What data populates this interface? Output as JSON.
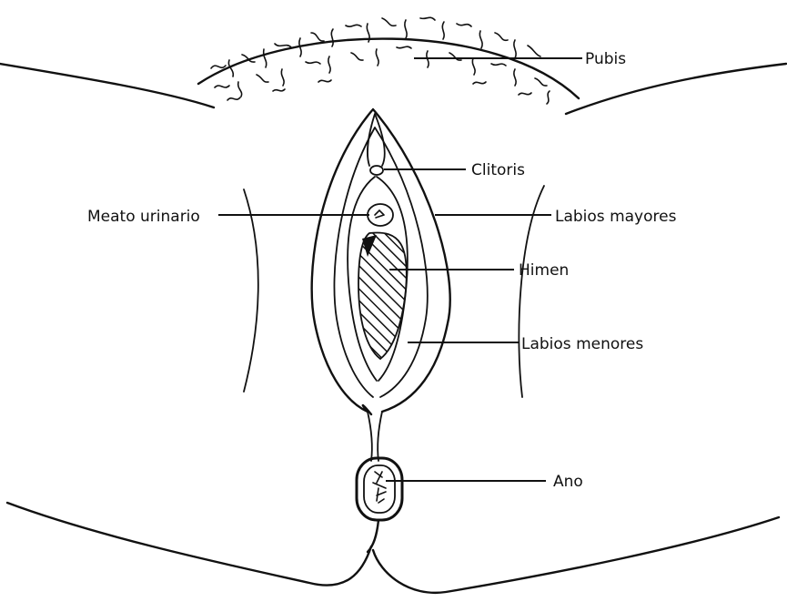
{
  "labels": {
    "pubis": "Pubis",
    "clitoris": "Clitoris",
    "meato": "Meato urinario",
    "labios_mayores": "Labios mayores",
    "himen": "Himen",
    "labios_menores": "Labios menores",
    "ano": "Ano"
  },
  "colors": {
    "ink": "#111111",
    "background": "#ffffff"
  }
}
